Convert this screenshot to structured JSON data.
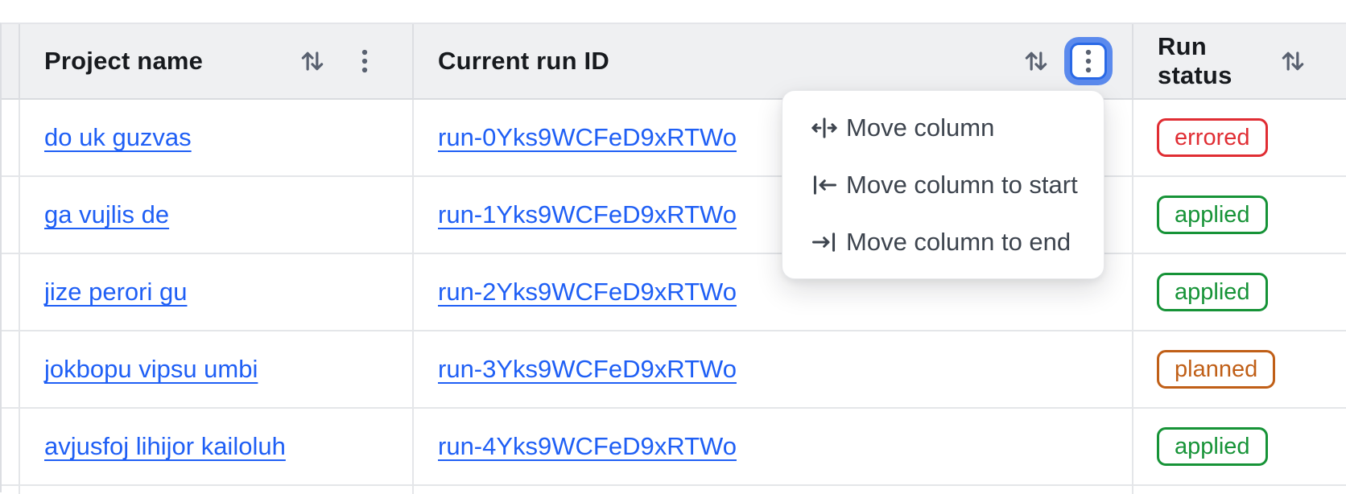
{
  "table": {
    "columns": [
      {
        "label": "Project name",
        "sort_icon": "sort-arrows-icon",
        "menu_icon": "kebab-icon"
      },
      {
        "label": "Current run ID",
        "sort_icon": "sort-arrows-icon",
        "menu_icon": "kebab-icon",
        "menu_button_state": "focused-open"
      },
      {
        "label": "Run status",
        "sort_icon": "sort-arrows-icon"
      }
    ],
    "rows": [
      {
        "project_name": "do uk guzvas",
        "run_id": "run-0Yks9WCFeD9xRTWo",
        "status": "errored"
      },
      {
        "project_name": "ga vujlis de",
        "run_id": "run-1Yks9WCFeD9xRTWo",
        "status": "applied"
      },
      {
        "project_name": "jize perori gu",
        "run_id": "run-2Yks9WCFeD9xRTWo",
        "status": "applied"
      },
      {
        "project_name": "jokbopu vipsu umbi",
        "run_id": "run-3Yks9WCFeD9xRTWo",
        "status": "planned"
      },
      {
        "project_name": "avjusfoj lihijor kailoluh",
        "run_id": "run-4Yks9WCFeD9xRTWo",
        "status": "applied"
      }
    ]
  },
  "column_menu": {
    "items": [
      {
        "label": "Move column",
        "icon": "split-arrows-icon"
      },
      {
        "label": "Move column to start",
        "icon": "arrow-left-to-line-icon"
      },
      {
        "label": "Move column to end",
        "icon": "arrow-right-to-line-icon"
      }
    ]
  },
  "colors": {
    "link_blue": "#1f5ff5",
    "focus_ring_blue": "#5b8aed",
    "focus_border_blue": "#2a69e6",
    "status_errored": "#e02d33",
    "status_applied": "#169337",
    "status_planned": "#c05f17",
    "header_bg": "#eff0f2",
    "header_text": "#171a1e",
    "menu_text": "#3d444e",
    "icon_gray": "#596170"
  }
}
